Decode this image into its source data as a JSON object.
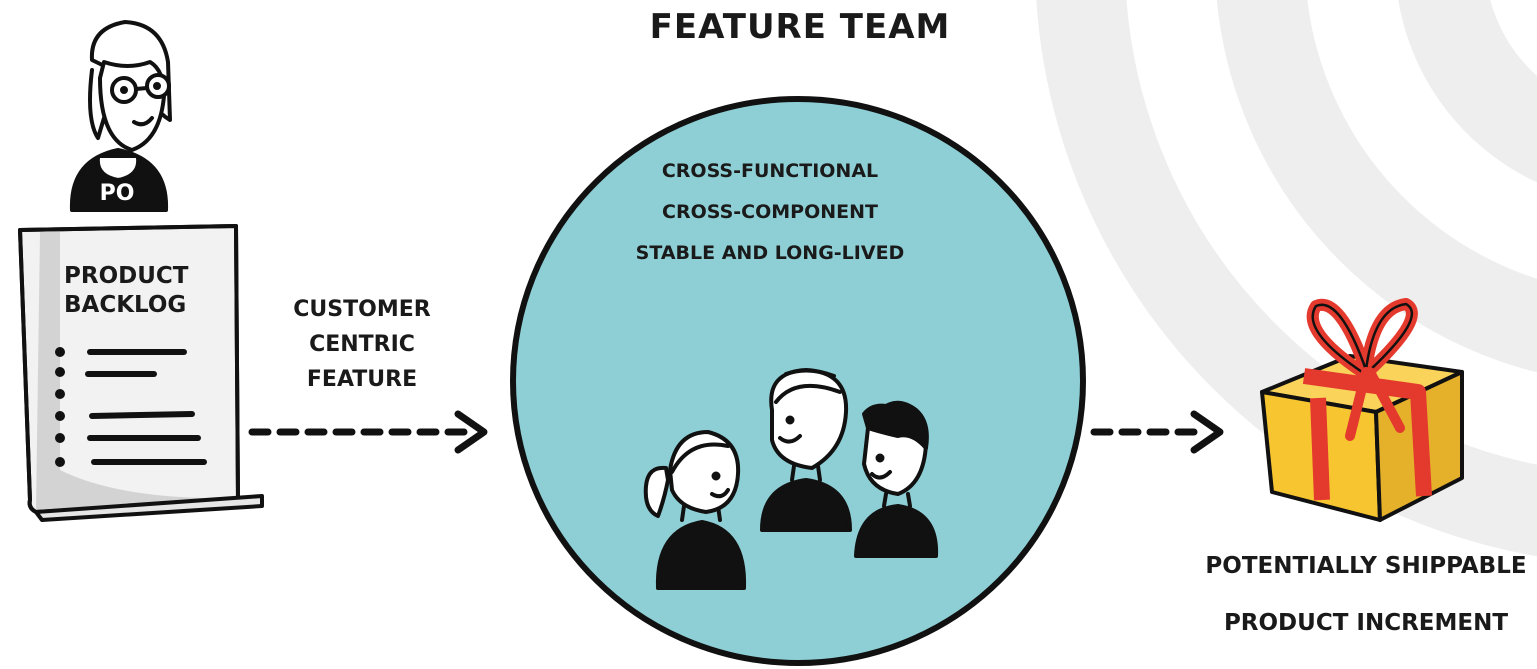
{
  "team_title": "FEATURE TEAM",
  "po_badge": "PO",
  "backlog": {
    "line1": "PRODUCT",
    "line2": "BACKLOG"
  },
  "flow_label": {
    "line1": "CUSTOMER",
    "line2": "CENTRIC",
    "line3": "FEATURE"
  },
  "team_traits": [
    "CROSS-FUNCTIONAL",
    "CROSS-COMPONENT",
    "STABLE AND LONG-LIVED"
  ],
  "output": {
    "line1": "POTENTIALLY SHIPPABLE",
    "line2": "PRODUCT INCREMENT"
  },
  "colors": {
    "circle_fill": "#8ecfd6",
    "ink": "#111111",
    "gift_yellow": "#f7c530",
    "ribbon_red": "#e43a2e",
    "paper": "#f2f2f2",
    "paper_shade": "#d3d3d3",
    "bg_arc": "#ececec"
  },
  "icons": [
    "product-owner-icon",
    "backlog-document-icon",
    "team-members-icon",
    "gift-box-icon",
    "dashed-arrow-icon"
  ]
}
